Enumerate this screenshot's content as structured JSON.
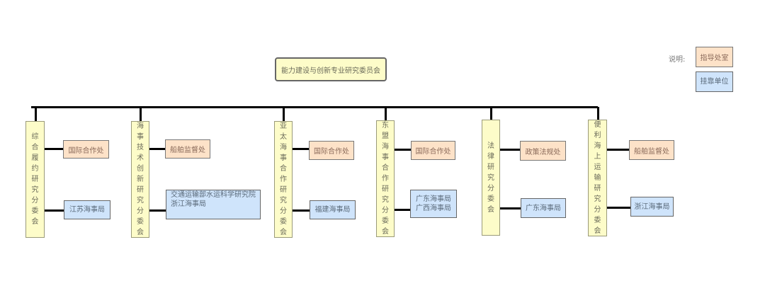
{
  "root": {
    "label": "能力建设与创新专业研究委员会"
  },
  "legend": {
    "title": "说明:",
    "items": [
      {
        "label": "指导处室",
        "type": "guide",
        "color": "#fde2c8"
      },
      {
        "label": "挂靠单位",
        "type": "host",
        "color": "#cfe4fb"
      }
    ]
  },
  "colors": {
    "committee_fill": "#fdfcc9",
    "guide_fill": "#fde2c8",
    "host_fill": "#cfe4fb",
    "connector": "#000000"
  },
  "committees": [
    {
      "label": "综合履约研究分委会",
      "guide": "国际合作处",
      "host": [
        "江苏海事局"
      ]
    },
    {
      "label": "海事技术创新研究分委会",
      "guide": "船舶监督处",
      "host": [
        "交通运输部水运科学研究院",
        "浙江海事局"
      ]
    },
    {
      "label": "亚太海事合作研究分委会",
      "guide": "国际合作处",
      "host": [
        "福建海事局"
      ]
    },
    {
      "label": "东盟海事合作研究分委会",
      "guide": "国际合作处",
      "host": [
        "广东海事局",
        "广西海事局"
      ]
    },
    {
      "label": "法律研究分委会",
      "guide": "政策法规处",
      "host": [
        "广东海事局"
      ]
    },
    {
      "label": "便利海上运输研究分委会",
      "guide": "船舶监督处",
      "host": [
        "浙江海事局"
      ]
    }
  ]
}
